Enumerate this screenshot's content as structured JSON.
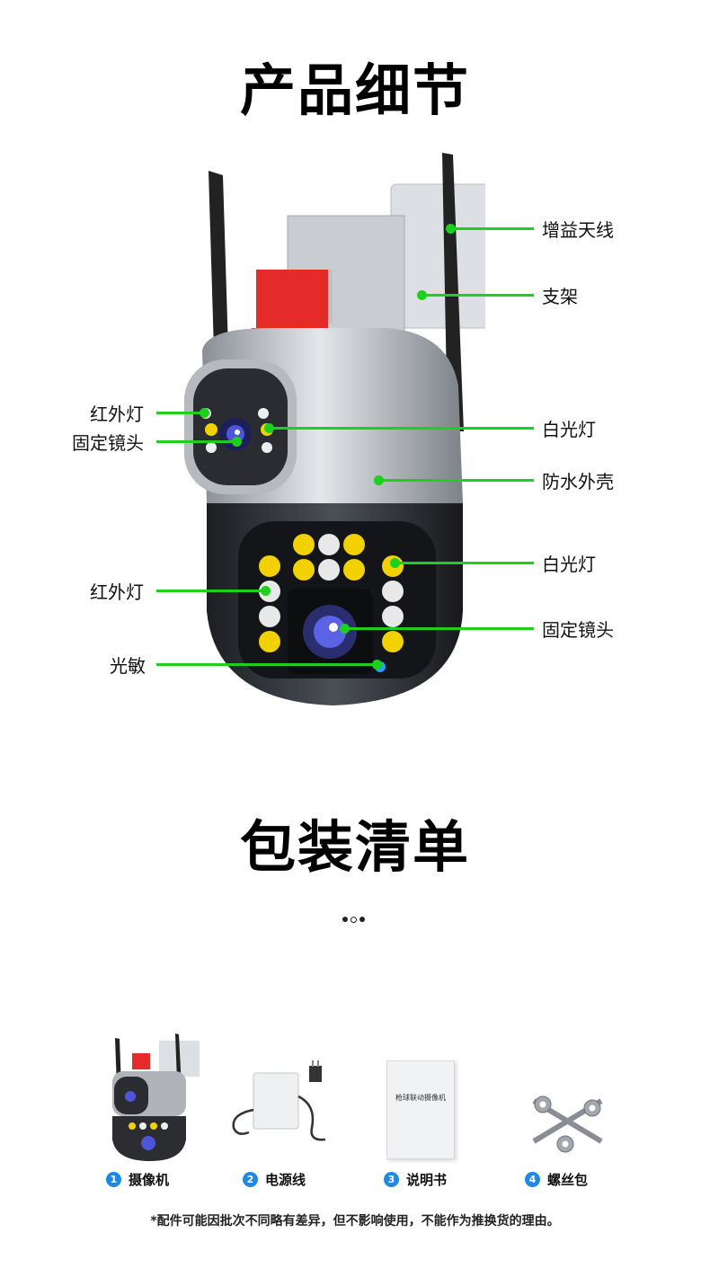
{
  "section1": {
    "title": "产品细节"
  },
  "callouts_left": [
    {
      "label": "红外灯"
    },
    {
      "label": "固定镜头"
    },
    {
      "label": "红外灯"
    },
    {
      "label": "光敏"
    }
  ],
  "callouts_right": [
    {
      "label": "增益天线"
    },
    {
      "label": "支架"
    },
    {
      "label": "白光灯"
    },
    {
      "label": "防水外壳"
    },
    {
      "label": "白光灯"
    },
    {
      "label": "固定镜头"
    }
  ],
  "section2": {
    "title": "包装清单"
  },
  "package_items": [
    {
      "num": "1",
      "label": "摄像机"
    },
    {
      "num": "2",
      "label": "电源线"
    },
    {
      "num": "3",
      "label": "说明书"
    },
    {
      "num": "4",
      "label": "螺丝包"
    }
  ],
  "manual": {
    "title": "枪球联动摄像机"
  },
  "note": "*配件可能因批次不同略有差异，但不影响使用，不能作为推换货的理由。",
  "colors": {
    "callout_line": "#1bd11b",
    "number_badge": "#1e88e5"
  }
}
